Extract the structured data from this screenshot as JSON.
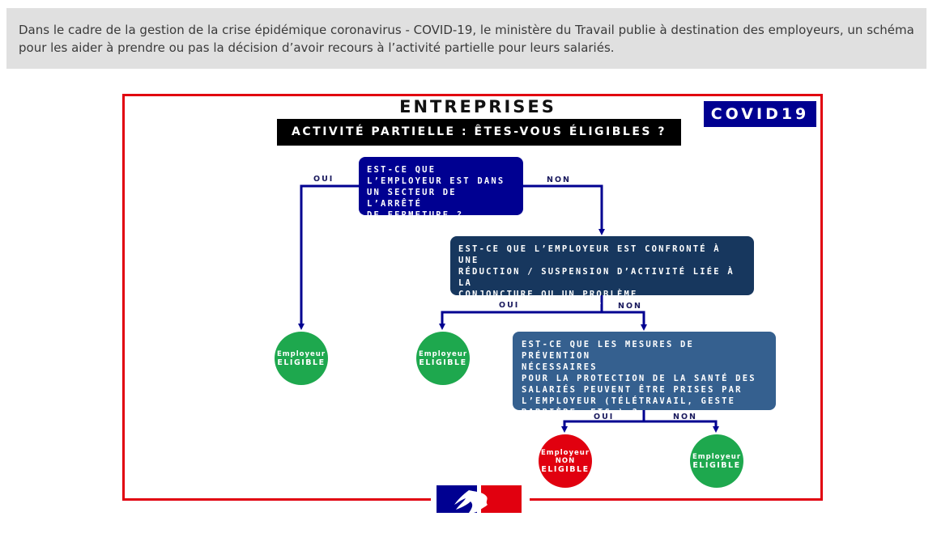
{
  "intro": {
    "text": "Dans le cadre de la gestion de la crise épidémique coronavirus - COVID-19, le ministère du Travail publie à destination des employeurs, un schéma pour les aider à prendre ou pas la décision d’avoir recours à l’activité partielle pour leurs salariés."
  },
  "diagram": {
    "title": "ENTREPRISES",
    "subtitle": "ACTIVITÉ PARTIELLE : ÊTES-VOUS ÉLIGIBLES ?",
    "badge": "COVID19",
    "q1": "EST-CE QUE\nL’EMPLOYEUR EST DANS\nUN SECTEUR DE L’ARRÊTÉ\nDE FERMETURE ?",
    "q2": "EST-CE QUE L’EMPLOYEUR EST CONFRONTÉ À UNE\nRÉDUCTION / SUSPENSION D’ACTIVITÉ LIÉE À LA\nCONJONCTURE OU UN PROBLÈME\nD’APPROVISIONNEMENT ?",
    "q3": "EST-CE QUE LES MESURES DE PRÉVENTION\nNÉCESSAIRES\nPOUR LA PROTECTION DE LA SANTÉ DES\nSALARIÉS PEUVENT ÊTRE PRISES PAR\nL’EMPLOYEUR (TÉLÉTRAVAIL, GESTE\nBARRIÈRE, ETC.) ?",
    "yes": "OUI",
    "no": "NON",
    "employer": "Employeur",
    "eligible": "ELIGIBLE",
    "non": "NON",
    "colors": {
      "frame": "#e1000f",
      "navy": "#000091",
      "eligible": "#1ea84e",
      "not_eligible": "#e1000f"
    }
  }
}
